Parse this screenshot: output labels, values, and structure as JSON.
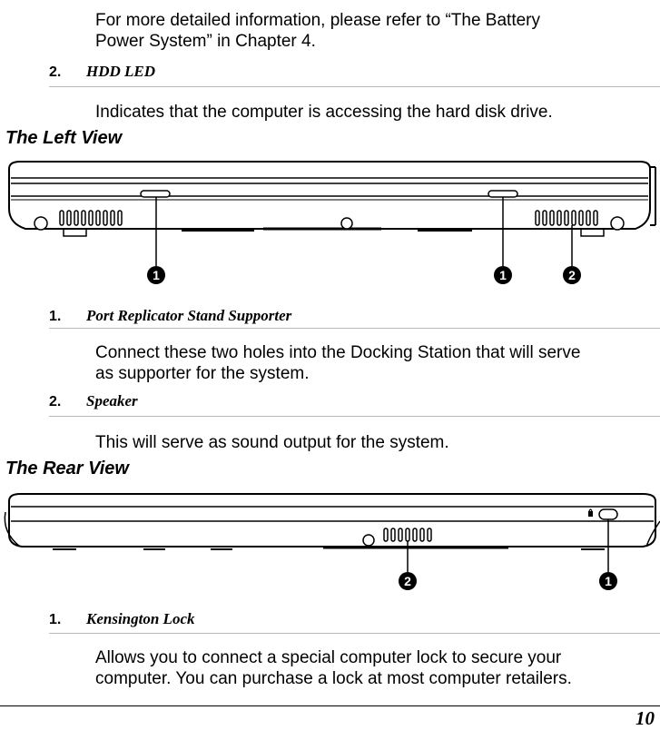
{
  "intro": {
    "line1": "For more detailed information, please refer to “The Battery",
    "line2": "Power System” in Chapter 4."
  },
  "hdd": {
    "number": "2.",
    "title": "HDD LED",
    "desc": "Indicates that the computer is accessing the hard disk drive."
  },
  "left_view": {
    "heading": "The Left View",
    "callouts": [
      "1",
      "1",
      "2"
    ],
    "items": [
      {
        "number": "1.",
        "title": "Port Replicator Stand Supporter",
        "desc_line1": "Connect these two holes into the Docking Station that will serve",
        "desc_line2": "as supporter for the system."
      },
      {
        "number": "2.",
        "title": "Speaker",
        "desc_line1": "This will serve as sound output for the system."
      }
    ]
  },
  "rear_view": {
    "heading": "The Rear View",
    "callouts": [
      "2",
      "1"
    ],
    "items": [
      {
        "number": "1.",
        "title": "Kensington Lock",
        "desc_line1": "Allows you to connect a special computer lock to secure your",
        "desc_line2": "computer. You can purchase a lock at most computer retailers."
      }
    ]
  },
  "footer": {
    "page_number": "10"
  }
}
